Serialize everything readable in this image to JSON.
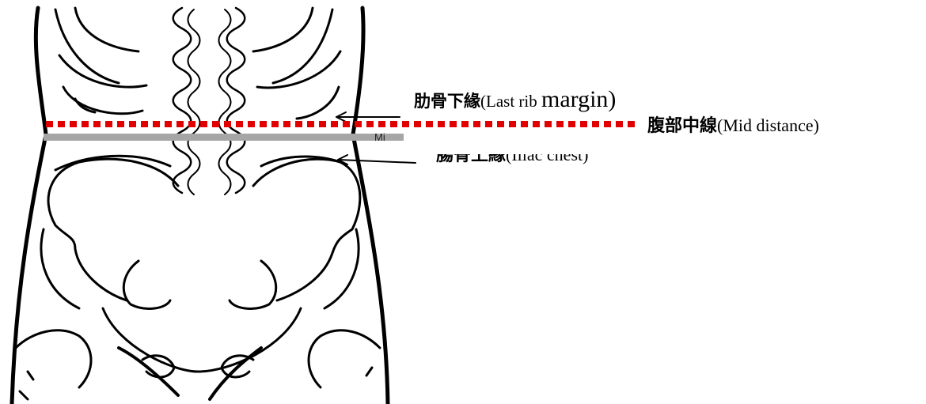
{
  "labels": {
    "rib_margin": {
      "zh": "肋骨下緣",
      "en_open": "(Last rib ",
      "en_word": "margin)"
    },
    "mid_distance": {
      "zh": "腹部中線",
      "en": "(Mid distance)"
    },
    "iliac_crest": {
      "zh": "腸骨上緣",
      "en": "(Iliac chest)"
    },
    "mid_fragment": "Mi"
  },
  "colors": {
    "outline": "#000000",
    "midline": "#e00000",
    "gray_band": "#a6a6a6"
  }
}
